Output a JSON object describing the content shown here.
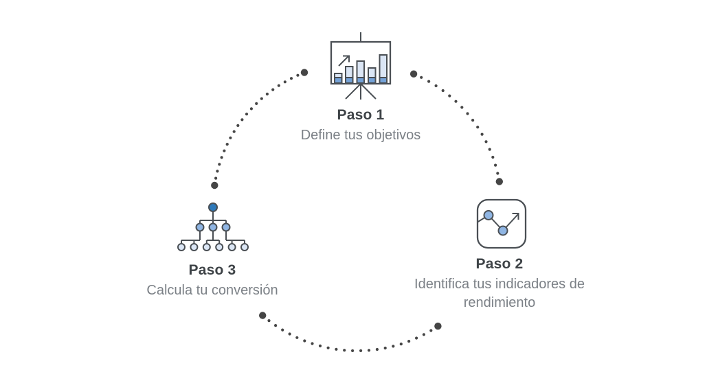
{
  "diagram": {
    "type": "circular-process",
    "language": "es",
    "steps": [
      {
        "id": "paso-1",
        "title": "Paso 1",
        "subtitle": "Define tus objetivos",
        "icon": "presentation-bar-chart-icon",
        "position": "top"
      },
      {
        "id": "paso-2",
        "title": "Paso 2",
        "subtitle": "Identifica tus indicadores de rendimiento",
        "icon": "line-chart-arrow-icon",
        "position": "right"
      },
      {
        "id": "paso-3",
        "title": "Paso 3",
        "subtitle": "Calcula tu conversión",
        "icon": "conversion-tree-icon",
        "position": "left"
      }
    ]
  },
  "colors": {
    "background": "#ffffff",
    "stroke": "#4a4f54",
    "dot_gray": "#454545",
    "title_text": "#3e4347",
    "subtitle_text": "#7b8086",
    "blue_dark": "#2d79ba",
    "blue_medium": "#8fb5e3",
    "blue_bar": "#74a2d8",
    "blue_light": "#dbe6f5"
  }
}
